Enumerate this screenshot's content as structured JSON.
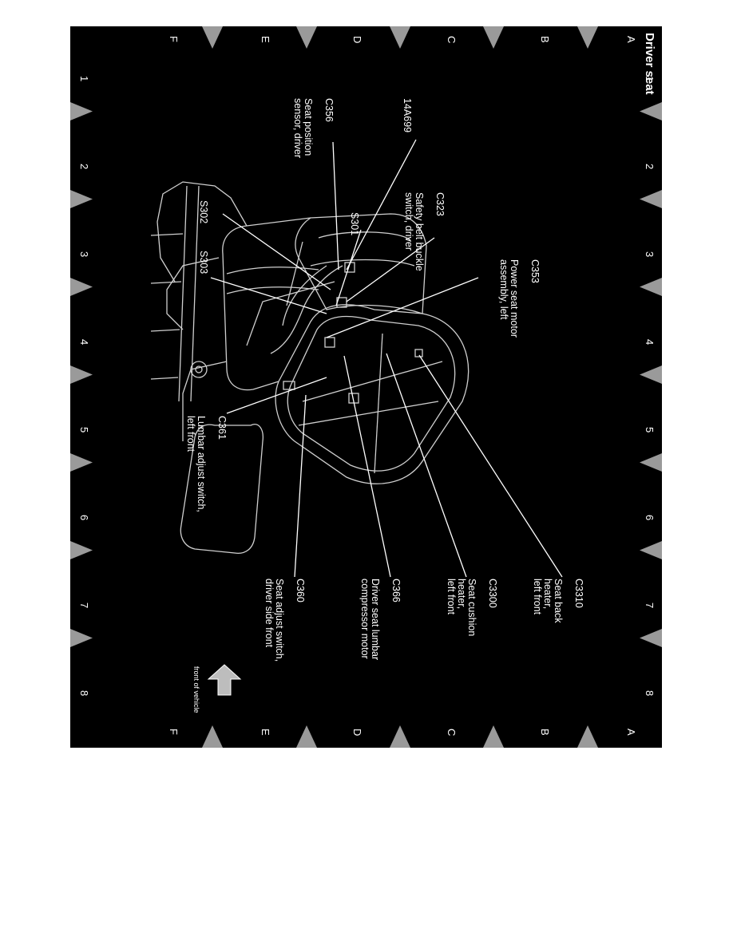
{
  "title": "Driver seat",
  "grid": {
    "rows": [
      "A",
      "B",
      "C",
      "D",
      "E",
      "F"
    ],
    "cols": [
      "1",
      "2",
      "3",
      "4",
      "5",
      "6",
      "7",
      "8"
    ]
  },
  "front_of_vehicle": "front of vehicle",
  "callouts": [
    {
      "id": "c3310",
      "code": "C3310",
      "desc": "Seat back\nheater,\nleft front"
    },
    {
      "id": "c3300",
      "code": "C3300",
      "desc": "Seat cushion\nheater,\nleft front"
    },
    {
      "id": "c366",
      "code": "C366",
      "desc": "Driver seat lumbar\ncompressor motor"
    },
    {
      "id": "c360",
      "code": "C360",
      "desc": "Seat adjust switch,\ndriver side front"
    },
    {
      "id": "c361",
      "code": "C361",
      "desc": "Lumbar adjust switch,\nleft front"
    },
    {
      "id": "s303",
      "code": "S303",
      "desc": ""
    },
    {
      "id": "s302",
      "code": "S302",
      "desc": ""
    },
    {
      "id": "c323",
      "code": "C323",
      "desc": "Safety belt buckle\nswitch, driver"
    },
    {
      "id": "s301",
      "code": "S301",
      "desc": ""
    },
    {
      "id": "c353",
      "code": "C353",
      "desc": "Power seat motor\nassembly, left"
    },
    {
      "id": "w14a699",
      "code": "14A699",
      "desc": ""
    },
    {
      "id": "c356",
      "code": "C356",
      "desc": "Seat position\nsensor, driver"
    }
  ],
  "colors": {
    "background": "#000000",
    "foreground": "#ffffff",
    "frame_marker": "#9a9a9a"
  }
}
